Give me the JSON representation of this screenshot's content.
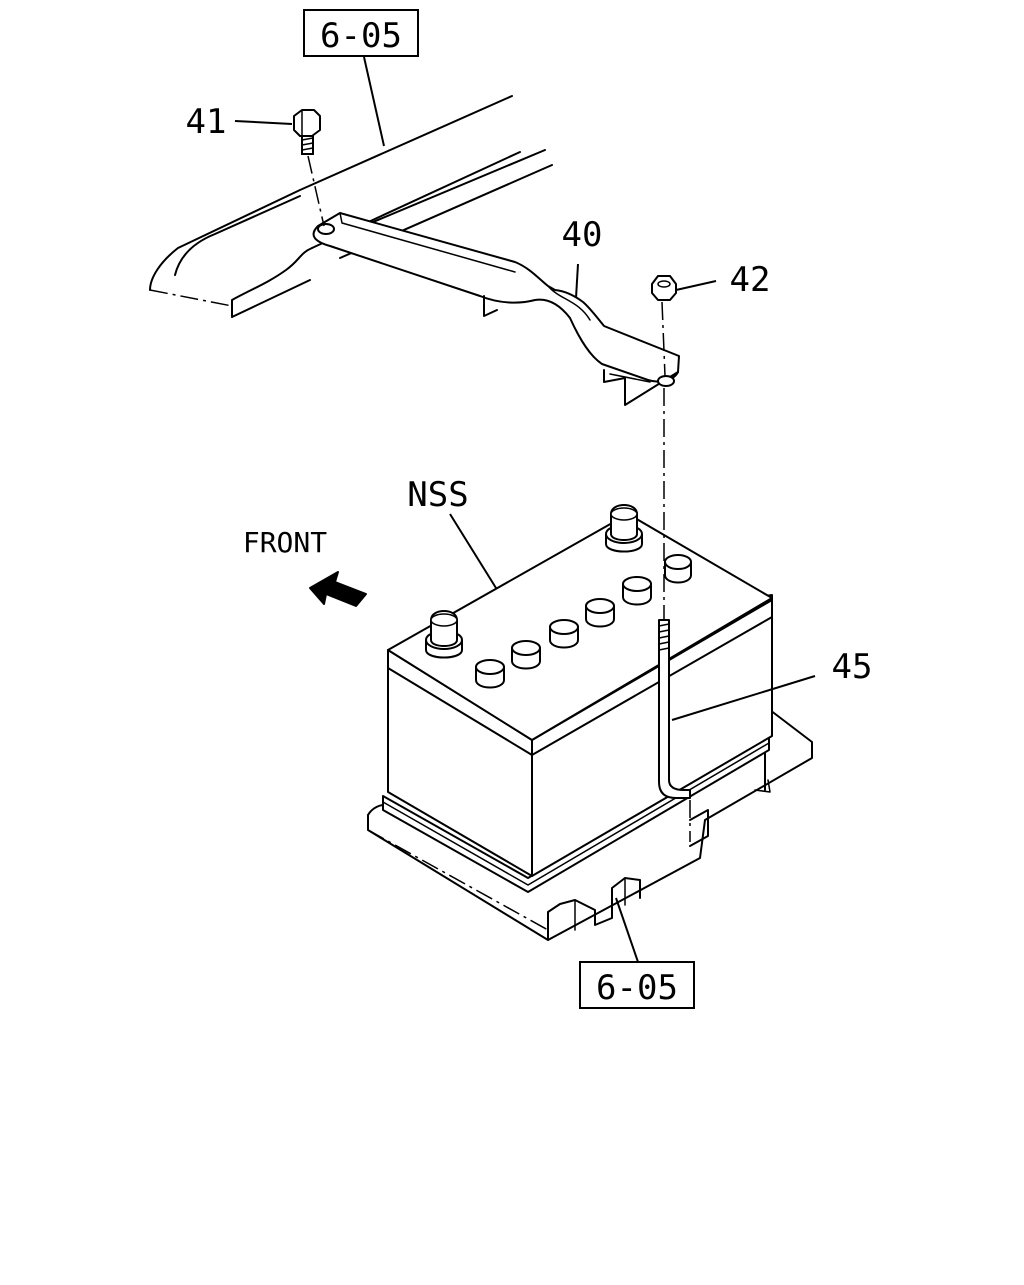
{
  "refs": {
    "top": "6-05",
    "bottom": "6-05"
  },
  "callouts": {
    "bolt": "41",
    "bracket": "40",
    "nut": "42",
    "battery": "NSS",
    "rod": "45"
  },
  "direction_label": "FRONT"
}
